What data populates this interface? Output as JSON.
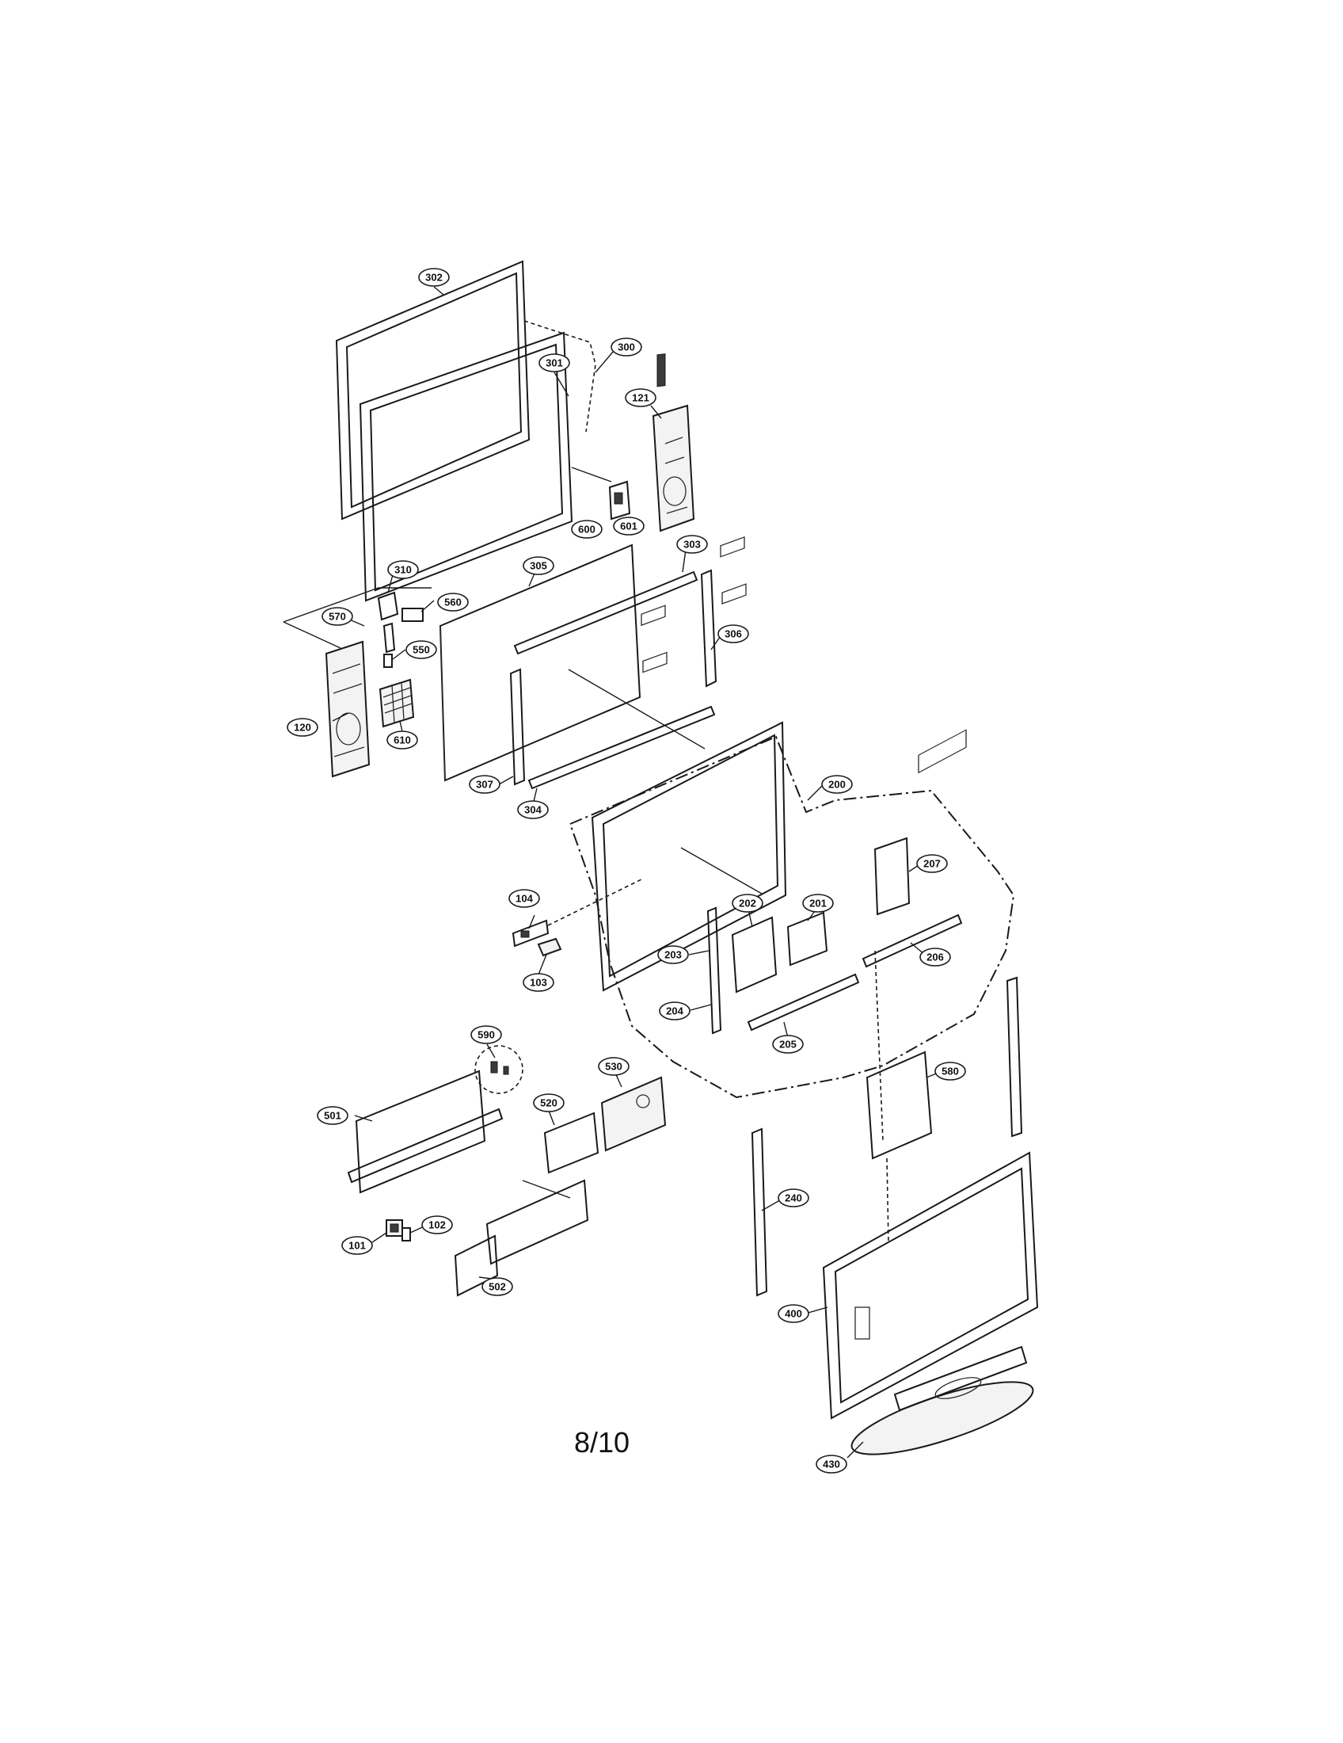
{
  "page_number": "8/10",
  "callouts": {
    "c101": "101",
    "c102": "102",
    "c103": "103",
    "c104": "104",
    "c120": "120",
    "c121": "121",
    "c200": "200",
    "c201": "201",
    "c202": "202",
    "c203": "203",
    "c204": "204",
    "c205": "205",
    "c206": "206",
    "c207": "207",
    "c240": "240",
    "c300": "300",
    "c301": "301",
    "c302": "302",
    "c303": "303",
    "c304": "304",
    "c305": "305",
    "c306": "306",
    "c307": "307",
    "c310": "310",
    "c400": "400",
    "c430": "430",
    "c501": "501",
    "c502": "502",
    "c520": "520",
    "c530": "530",
    "c550": "550",
    "c560": "560",
    "c570": "570",
    "c580": "580",
    "c590": "590",
    "c600": "600",
    "c601": "601",
    "c610": "610"
  }
}
